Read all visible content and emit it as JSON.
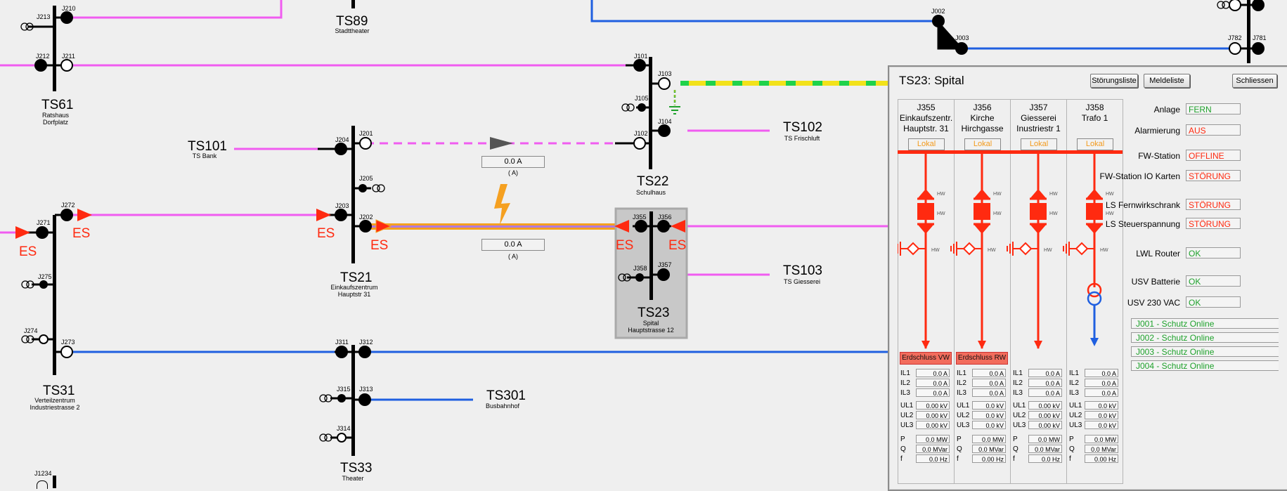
{
  "stations": {
    "ts89": {
      "name": "TS89",
      "sub": "Stadttheater"
    },
    "ts61": {
      "name": "TS61",
      "sub1": "Ratshaus",
      "sub2": "Dorfplatz"
    },
    "ts101": {
      "name": "TS101",
      "sub": "TS Bank"
    },
    "ts102": {
      "name": "TS102",
      "sub": "TS Frischluft"
    },
    "ts22": {
      "name": "TS22",
      "sub": "Schulhaus"
    },
    "ts21": {
      "name": "TS21",
      "sub1": "Einkaufszentrum",
      "sub2": "Hauptstr 31"
    },
    "ts23": {
      "name": "TS23",
      "sub1": "Spital",
      "sub2": "Hauptstrasse 12"
    },
    "ts103": {
      "name": "TS103",
      "sub": "TS Giesserei"
    },
    "ts31": {
      "name": "TS31",
      "sub1": "Verteilzentrum",
      "sub2": "Industriestrasse 2"
    },
    "ts301": {
      "name": "TS301",
      "sub": "Busbahnhof"
    },
    "ts33": {
      "name": "TS33",
      "sub": "Theater"
    }
  },
  "joints": {
    "j213": "J213",
    "j210": "J210",
    "j212": "J212",
    "j211": "J211",
    "j002": "J002",
    "j003": "J003",
    "j782": "J782",
    "j781": "J781",
    "j101": "J101",
    "j103": "J103",
    "j105": "J105",
    "j104": "J104",
    "j102": "J102",
    "j204": "J204",
    "j201": "J201",
    "j205": "J205",
    "j203": "J203",
    "j202": "J202",
    "j272": "J272",
    "j271": "J271",
    "j275": "J275",
    "j274": "J274",
    "j273": "J273",
    "j355": "J355",
    "j356": "J356",
    "j358": "J358",
    "j357": "J357",
    "j311": "J311",
    "j312": "J312",
    "j315": "J315",
    "j313": "J313",
    "j314": "J314",
    "j1234": "J1234"
  },
  "earth_fault_label": "ES",
  "measurements": [
    {
      "value": "0.0 A",
      "unit": "( A)"
    },
    {
      "value": "0.0 A",
      "unit": "( A)"
    }
  ],
  "panel": {
    "title": "TS23: Spital",
    "buttons": {
      "faults": "Störungsliste",
      "messages": "Meldeliste",
      "close": "Schliessen"
    },
    "feeders": [
      {
        "id": "J355",
        "line1": "Einkaufszentr.",
        "line2": "Hauptstr. 31",
        "mode": "Lokal",
        "alarm": "Erdschluss VW",
        "il": [
          "0.0 A",
          "0.0 A",
          "0.0 A"
        ],
        "ul": [
          "0.00 kV",
          "0.00 kV",
          "0.00 kV"
        ],
        "p": "0.0 MW",
        "q": "0.0 MVar",
        "f": "0.0 Hz"
      },
      {
        "id": "J356",
        "line1": "Kirche",
        "line2": "Hirchgasse",
        "mode": "Lokal",
        "alarm": "Erdschluss RW",
        "il": [
          "0.0 A",
          "0.0 A",
          "0.0 A"
        ],
        "ul": [
          "0.0 kV",
          "0.0 kV",
          "0.0 kV"
        ],
        "p": "0.0 MW",
        "q": "0.0 MVar",
        "f": "0.00 Hz"
      },
      {
        "id": "J357",
        "line1": "Giesserei",
        "line2": "Inustriestr 1",
        "mode": "Lokal",
        "alarm": "",
        "il": [
          "0.0 A",
          "0.0 A",
          "0.0 A"
        ],
        "ul": [
          "0.00 kV",
          "0.00 kV",
          "0.00 kV"
        ],
        "p": "0.0 MW",
        "q": "0.0 MVar",
        "f": "0.0 Hz"
      },
      {
        "id": "J358",
        "line1": "Trafo 1",
        "line2": "",
        "mode": "Lokal",
        "alarm": "",
        "il": [
          "0.0 A",
          "0.0 A",
          "0.0 A"
        ],
        "ul": [
          "0.0 kV",
          "0.0 kV",
          "0.0 kV"
        ],
        "p": "0.0 MW",
        "q": "0.0 MVar",
        "f": "0.00 Hz"
      }
    ],
    "meas_labels": {
      "il1": "IL1",
      "il2": "IL2",
      "il3": "IL3",
      "ul1": "UL1",
      "ul2": "UL2",
      "ul3": "UL3",
      "p": "P",
      "q": "Q",
      "f": "f"
    },
    "hw_label": "HW",
    "status": [
      {
        "label": "Anlage",
        "value": "FERN",
        "color": "#1ea12b"
      },
      {
        "label": "Alarmierung",
        "value": "AUS",
        "color": "#ff2a10"
      },
      {
        "label": "FW-Station",
        "value": "OFFLINE",
        "color": "#ff2a10"
      },
      {
        "label": "FW-Station IO Karten",
        "value": "STÖRUNG",
        "color": "#ff2a10"
      },
      {
        "label": "LS Fernwirkschrank",
        "value": "STÖRUNG",
        "color": "#ff2a10"
      },
      {
        "label": "LS Steuerspannung",
        "value": "STÖRUNG",
        "color": "#ff2a10"
      },
      {
        "label": "LWL Router",
        "value": "OK",
        "color": "#1ea12b"
      },
      {
        "label": "USV Batterie",
        "value": "OK",
        "color": "#1ea12b"
      },
      {
        "label": "USV 230 VAC",
        "value": "OK",
        "color": "#1ea12b"
      }
    ],
    "protection": [
      "J001 - Schutz Online",
      "J002 - Schutz Online",
      "J003 - Schutz Online",
      "J004 - Schutz Online"
    ]
  },
  "colors": {
    "magenta": "#f05cf0",
    "blue": "#1f5fe0",
    "red": "#ff2a10",
    "orange": "#f5a020",
    "green": "#1ea12b",
    "yellow": "#f2e21a"
  }
}
